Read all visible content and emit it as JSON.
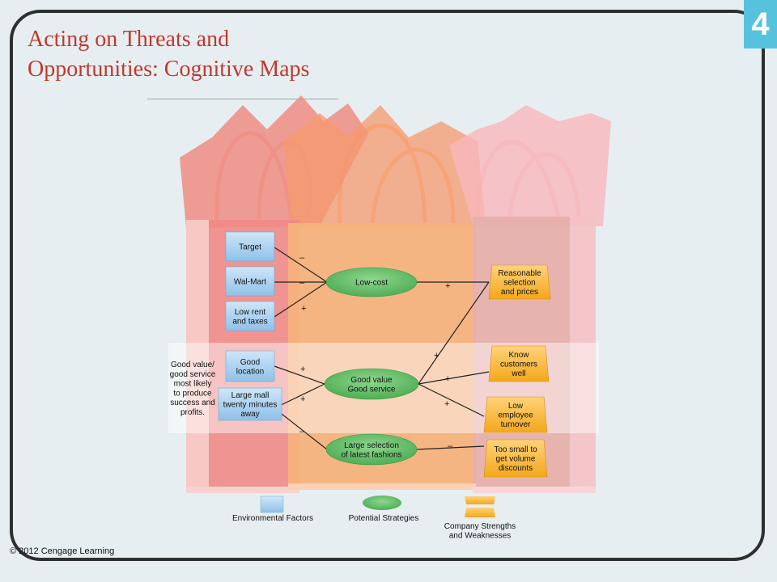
{
  "slide": {
    "title": "Acting on Threats and Opportunities: Cognitive Maps",
    "chapter_number": "4",
    "copyright": "© 2012 Cengage Learning"
  },
  "diagram": {
    "environmental_factors": [
      {
        "id": "target",
        "lines": [
          "Target"
        ]
      },
      {
        "id": "walmart",
        "lines": [
          "Wal-Mart"
        ]
      },
      {
        "id": "lowrent",
        "lines": [
          "Low rent",
          "and taxes"
        ]
      },
      {
        "id": "goodloc",
        "lines": [
          "Good",
          "location"
        ]
      },
      {
        "id": "mall",
        "lines": [
          "Large mall",
          "twenty minutes",
          "away"
        ]
      }
    ],
    "strategies": [
      {
        "id": "lowcost",
        "lines": [
          "Low-cost"
        ]
      },
      {
        "id": "goodvalue",
        "lines": [
          "Good value",
          "Good service"
        ]
      },
      {
        "id": "largesel",
        "lines": [
          "Large selection",
          "of latest fashions"
        ]
      }
    ],
    "strengths_weaknesses": [
      {
        "id": "reasonable",
        "lines": [
          "Reasonable",
          "selection",
          "and prices"
        ]
      },
      {
        "id": "know",
        "lines": [
          "Know",
          "customers",
          "well"
        ]
      },
      {
        "id": "lowemp",
        "lines": [
          "Low",
          "employee",
          "turnover"
        ]
      },
      {
        "id": "toosmall",
        "lines": [
          "Too small to",
          "get volume",
          "discounts"
        ]
      }
    ],
    "goal_lines": [
      "Good value/",
      "good service",
      "most likely",
      "to produce",
      "success and",
      "profits."
    ],
    "links": [
      {
        "from": "target",
        "to": "lowcost",
        "sign": "–"
      },
      {
        "from": "walmart",
        "to": "lowcost",
        "sign": "–"
      },
      {
        "from": "lowrent",
        "to": "lowcost",
        "sign": "+"
      },
      {
        "from": "lowcost",
        "to": "reasonable",
        "sign": "+"
      },
      {
        "from": "goodloc",
        "to": "goodvalue",
        "sign": "+"
      },
      {
        "from": "mall",
        "to": "goodvalue",
        "sign": "+"
      },
      {
        "from": "mall",
        "to": "largesel",
        "sign": "–"
      },
      {
        "from": "goodvalue",
        "to": "reasonable",
        "sign": "+"
      },
      {
        "from": "goodvalue",
        "to": "know",
        "sign": "+"
      },
      {
        "from": "goodvalue",
        "to": "lowemp",
        "sign": "+"
      },
      {
        "from": "largesel",
        "to": "toosmall",
        "sign": "–"
      }
    ],
    "legend": {
      "environmental": "Environmental Factors",
      "strategies": "Potential Strategies",
      "strengths_lines": [
        "Company Strengths",
        "and Weaknesses"
      ]
    },
    "colors": {
      "env_box": "#a9d2f1",
      "strategy": "#6cc36f",
      "strength": "#f6b232",
      "title": "#c0392b",
      "badge": "#57c2de"
    }
  }
}
